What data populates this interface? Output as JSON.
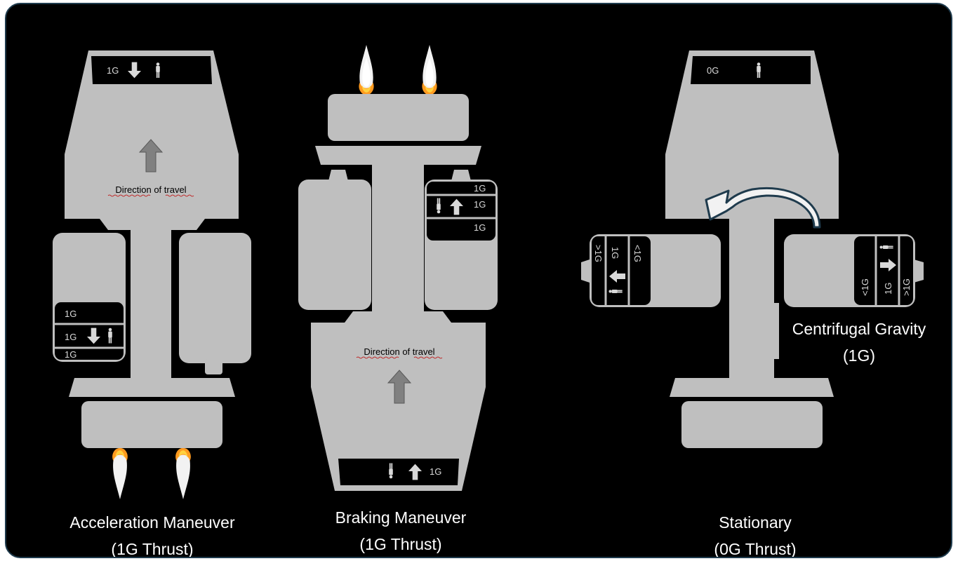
{
  "colors": {
    "background": "#000000",
    "hull": "#bfbfbf",
    "deck": "#000000",
    "deck_text": "#d9d9d9",
    "travel_arrow": "#808080",
    "spin_arrow": "#1f3b4d",
    "caption_text": "#ffffff",
    "flame": "#ff9a1f"
  },
  "acceleration": {
    "caption_line1": "Acceleration Maneuver",
    "caption_line2": "(1G Thrust)",
    "command_deck_label": "1G",
    "direction_label": "Direction of travel",
    "pod_deck_1": "1G",
    "pod_deck_2": "1G",
    "pod_deck_3": "1G"
  },
  "braking": {
    "caption_line1": "Braking Maneuver",
    "caption_line2": "(1G Thrust)",
    "pod_deck_1": "1G",
    "pod_deck_2": "1G",
    "pod_deck_3": "1G",
    "direction_label": "Direction of travel",
    "bottom_deck_label": "1G"
  },
  "stationary": {
    "caption_line1": "Stationary",
    "caption_line2": "(0G Thrust)",
    "command_deck_label": "0G",
    "left_pod_deck_1": ">1G",
    "left_pod_deck_2": "1G",
    "left_pod_deck_3": "<1G",
    "right_pod_deck_1": "<1G",
    "right_pod_deck_2": "1G",
    "right_pod_deck_3": ">1G",
    "centrifugal_line1": "Centrifugal Gravity",
    "centrifugal_line2": "(1G)"
  }
}
